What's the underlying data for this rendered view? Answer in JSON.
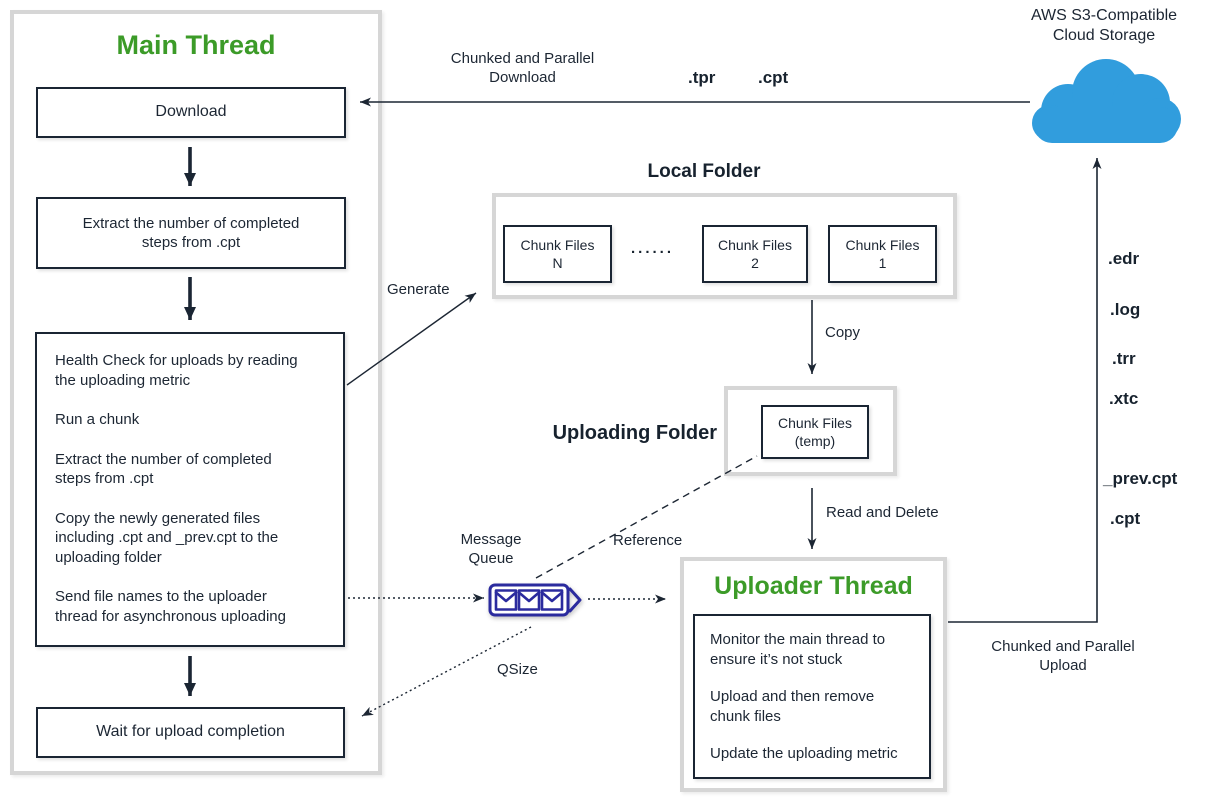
{
  "colors": {
    "accent_green": "#3c9b28",
    "ink": "#1c2633",
    "cloud_blue": "#319ddd",
    "queue_indigo": "#2b2b9e",
    "container_gray": "#d6d6d6"
  },
  "cloud": {
    "label_lines": [
      "AWS S3-Compatible",
      "Cloud Storage"
    ],
    "icon": "cloud-icon"
  },
  "main_thread": {
    "title": "Main Thread",
    "download": "Download",
    "extract": "Extract the number of completed steps from .cpt",
    "steps": [
      "Health Check for uploads by reading the uploading metric",
      "Run a chunk",
      "Extract the number of completed steps from .cpt",
      "Copy the newly generated files including .cpt and _prev.cpt to the uploading folder",
      "Send file names to the uploader thread for asynchronous uploading"
    ],
    "wait": "Wait for upload completion"
  },
  "local_folder": {
    "title": "Local Folder",
    "dots": "......",
    "boxes": [
      {
        "label": "Chunk Files",
        "sub": "N"
      },
      {
        "label": "Chunk Files",
        "sub": "2"
      },
      {
        "label": "Chunk Files",
        "sub": "1"
      }
    ]
  },
  "uploading_folder": {
    "title": "Uploading Folder",
    "box": {
      "label": "Chunk Files",
      "sub": "(temp)"
    }
  },
  "uploader_thread": {
    "title": "Uploader Thread",
    "steps": [
      "Monitor the main thread to ensure it’s not stuck",
      "Upload and then remove chunk files",
      "Update the uploading metric"
    ]
  },
  "cloud_files": {
    "download": [
      ".tpr",
      ".cpt"
    ],
    "upload": [
      ".edr",
      ".log",
      ".trr",
      ".xtc",
      "_prev.cpt",
      ".cpt"
    ]
  },
  "edge_labels": {
    "download": [
      "Chunked and Parallel",
      "Download"
    ],
    "upload": [
      "Chunked and Parallel",
      "Upload"
    ],
    "generate": "Generate",
    "copy": "Copy",
    "read_delete": "Read and Delete",
    "message_queue": [
      "Message",
      "Queue"
    ],
    "reference": "Reference",
    "qsize": "QSize"
  }
}
